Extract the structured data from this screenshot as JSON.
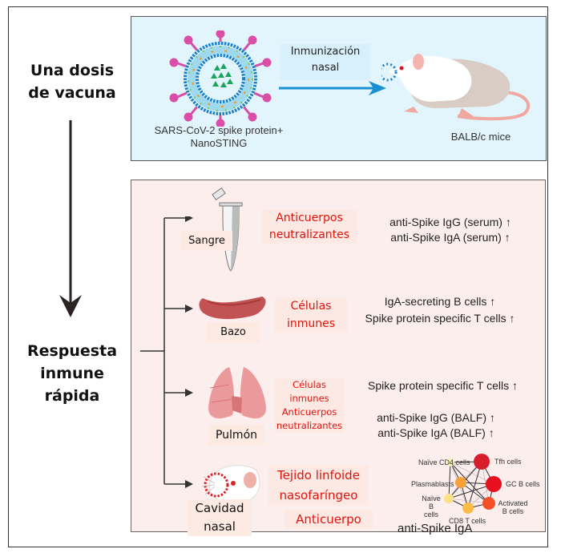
{
  "left_column": {
    "top_title": [
      "Una dosis",
      "de vacuna"
    ],
    "bottom_title": [
      "Respuesta",
      "inmune",
      "rápida"
    ]
  },
  "immunization": {
    "vaccine_caption": [
      "SARS-CoV-2 spike protein+",
      "NanoSTING"
    ],
    "arrow_label": [
      "Inmunización",
      "nasal"
    ],
    "mouse_caption": "BALB/c mice",
    "colors": {
      "arrow": "#1a8fd1",
      "spike": "#d94fa8",
      "core": "#1aa35a",
      "box_bg": "#e2f5fc"
    }
  },
  "responses": [
    {
      "organ": [
        "Sangre"
      ],
      "category": [
        "Anticuerpos",
        "neutralizantes"
      ],
      "results": [
        "anti-Spike IgG (serum) ↑",
        "anti-Spike IgA (serum) ↑"
      ]
    },
    {
      "organ": [
        "Bazo"
      ],
      "category": [
        "Células",
        "inmunes"
      ],
      "results": [
        "IgA-secreting B cells ↑",
        "Spike protein specific T cells ↑"
      ]
    },
    {
      "organ": [
        "Pulmón"
      ],
      "category": [
        "Células",
        "inmunes",
        "Anticuerpos",
        "neutralizantes"
      ],
      "results": [
        "Spike protein specific T cells ↑",
        "anti-Spike IgG (BALF) ↑",
        "anti-Spike IgA (BALF) ↑"
      ]
    },
    {
      "organ": [
        "Cavidad",
        "nasal"
      ],
      "category": [
        "Tejido linfoide",
        "nasofaríngeo"
      ],
      "category2": [
        "Anticuerpo"
      ],
      "results": [
        "anti-Spike IgA"
      ]
    }
  ],
  "network": {
    "nodes": [
      {
        "label": "Naïve CD4 cells",
        "color": "#fdf3b0"
      },
      {
        "label": "Tfh cells",
        "color": "#d81e2c"
      },
      {
        "label": "Plasmablasts",
        "color": "#f8a13a"
      },
      {
        "label": "GC B cells",
        "color": "#e8101e"
      },
      {
        "label": "Naïve B cells",
        "color": "#fce08a"
      },
      {
        "label": "Activated B cells",
        "color": "#f4502a"
      },
      {
        "label": "CD8 T cells",
        "color": "#fbbd46"
      }
    ]
  },
  "colors": {
    "category_text": "#e0140e",
    "response_bg": "#fdeeee"
  }
}
